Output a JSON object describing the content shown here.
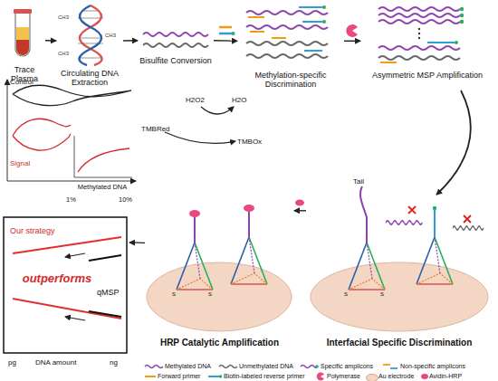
{
  "diagram": {
    "nodes": [
      {
        "text": [
          "Trace Plasma"
        ]
      },
      {
        "text": [
          "Circulating DNA Extraction"
        ]
      },
      {
        "text": [
          "Bisulfite Conversion"
        ]
      },
      {
        "text": [
          "Methylation-specific Discrimination"
        ]
      },
      {
        "text": [
          "Asymmetric MSP Amplification"
        ]
      },
      {
        "text": [
          "Interfacial Specific Discrimination"
        ]
      },
      {
        "text": [
          "HRP Catalytic Amplification"
        ]
      },
      {
        "text": [
          "Control",
          "Signal",
          "Methylated DNA",
          "1%",
          "10%"
        ]
      },
      {
        "text": [
          "Our strategy",
          "outperforms",
          "qMSP",
          "pg",
          "DNA amount",
          "ng"
        ]
      }
    ],
    "edges": [
      {
        "from": 0,
        "to": 1,
        "arrow": "to"
      },
      {
        "from": 1,
        "to": 2,
        "arrow": "to"
      },
      {
        "from": 2,
        "to": 3,
        "arrow": "to"
      },
      {
        "from": 3,
        "to": 4,
        "arrow": "to"
      },
      {
        "from": 4,
        "to": 5,
        "arrow": "to"
      },
      {
        "from": 5,
        "to": 6,
        "arrow": "to"
      },
      {
        "from": 6,
        "to": 8,
        "arrow": "to"
      }
    ],
    "labels": [
      "CH3",
      "CH3",
      "CH3",
      "Tail",
      "H2O2",
      "H2O",
      "TMBRed",
      "TMBOx",
      "S",
      "S",
      "S",
      "S"
    ],
    "legend": [
      {
        "text": "Methylated DNA"
      },
      {
        "text": "Unmethylated DNA"
      },
      {
        "text": "Specific amplicons"
      },
      {
        "text": "Non-specific amplicons"
      },
      {
        "text": "Forward primer"
      },
      {
        "text": "Biotin-labeled reverse primer"
      },
      {
        "text": "Polymerase"
      },
      {
        "text": "Au electrode",
        "color": "#f3d6c4"
      },
      {
        "text": "Avidin-HRP"
      }
    ]
  }
}
